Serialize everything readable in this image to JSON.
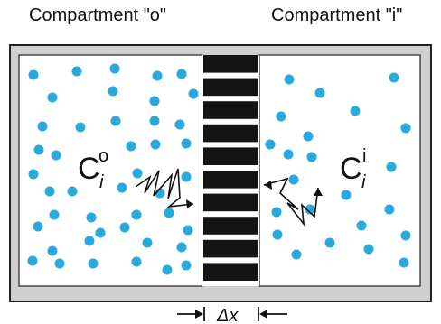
{
  "compartments": {
    "outer": {
      "label": "Compartment \"o\"",
      "concentration": {
        "base": "C",
        "superscript": "o",
        "subscript": "i"
      }
    },
    "inner": {
      "label": "Compartment \"i\"",
      "concentration": {
        "base": "C",
        "superscript": "i",
        "subscript": "i"
      }
    }
  },
  "membrane": {
    "thickness_label": "Δx",
    "pore_count": 10
  },
  "colors": {
    "particle": "#2aa9dc",
    "membrane": "#141414",
    "frame_fill": "#cfcfcf",
    "frame_stroke": "#222222"
  }
}
